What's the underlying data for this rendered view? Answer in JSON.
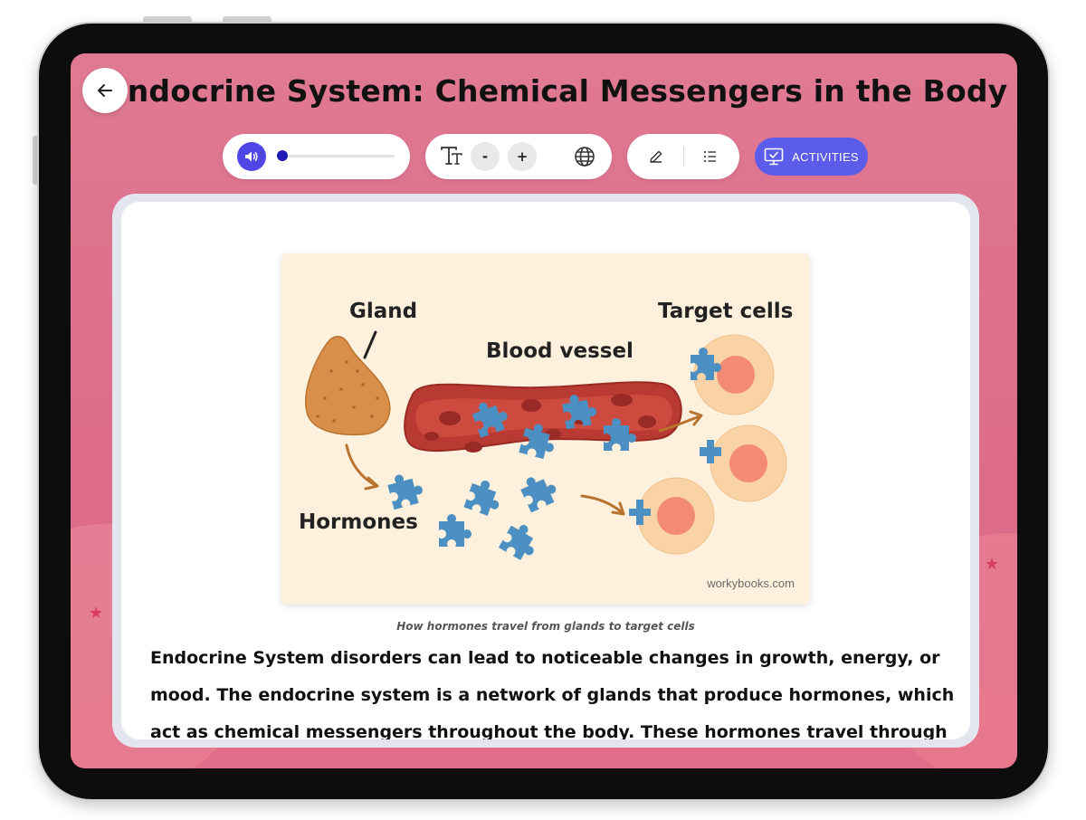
{
  "page": {
    "title": "Endocrine System: Chemical Messengers in the Body"
  },
  "toolbar": {
    "back_icon": "arrow-left-icon",
    "audio": {
      "icon": "speaker-icon",
      "progress": 0.0
    },
    "text_tools": {
      "font_icon": "text-size-icon",
      "decrease_label": "-",
      "increase_label": "+",
      "language_icon": "globe-icon"
    },
    "edit_tools": {
      "pencil_icon": "pencil-icon",
      "list_icon": "list-icon"
    },
    "activities": {
      "icon": "monitor-icon",
      "label": "ACTIVITIES"
    },
    "accent_color": "#5b5ce9"
  },
  "figure": {
    "labels": {
      "gland": "Gland",
      "vessel": "Blood vessel",
      "target": "Target cells",
      "hormones": "Hormones"
    },
    "watermark": "workybooks.com",
    "caption": "How hormones travel from glands to target cells"
  },
  "content": {
    "paragraph_lines": [
      "Endocrine System disorders can lead to noticeable changes in growth, energy, or",
      "mood. The endocrine system is a network of glands that produce hormones, which",
      "act as chemical messengers throughout the body. These hormones travel through"
    ]
  },
  "colors": {
    "background": "#dd6f8c",
    "speaker": "#4f46e5",
    "figure_bg": "#fdf1dd"
  }
}
